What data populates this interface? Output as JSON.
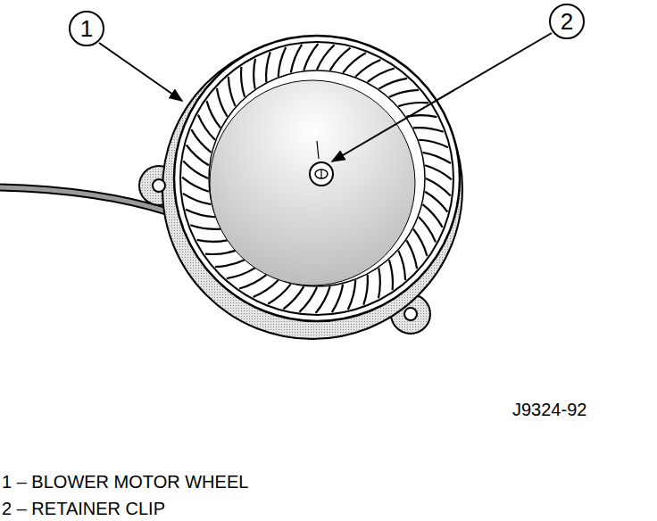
{
  "diagram": {
    "nodes": [
      {
        "text": [
          "1"
        ]
      },
      {
        "text": [
          "2"
        ]
      }
    ],
    "labels": [
      "J9324-92",
      "1 – BLOWER MOTOR WHEEL",
      "2 – RETAINER CLIP"
    ]
  }
}
